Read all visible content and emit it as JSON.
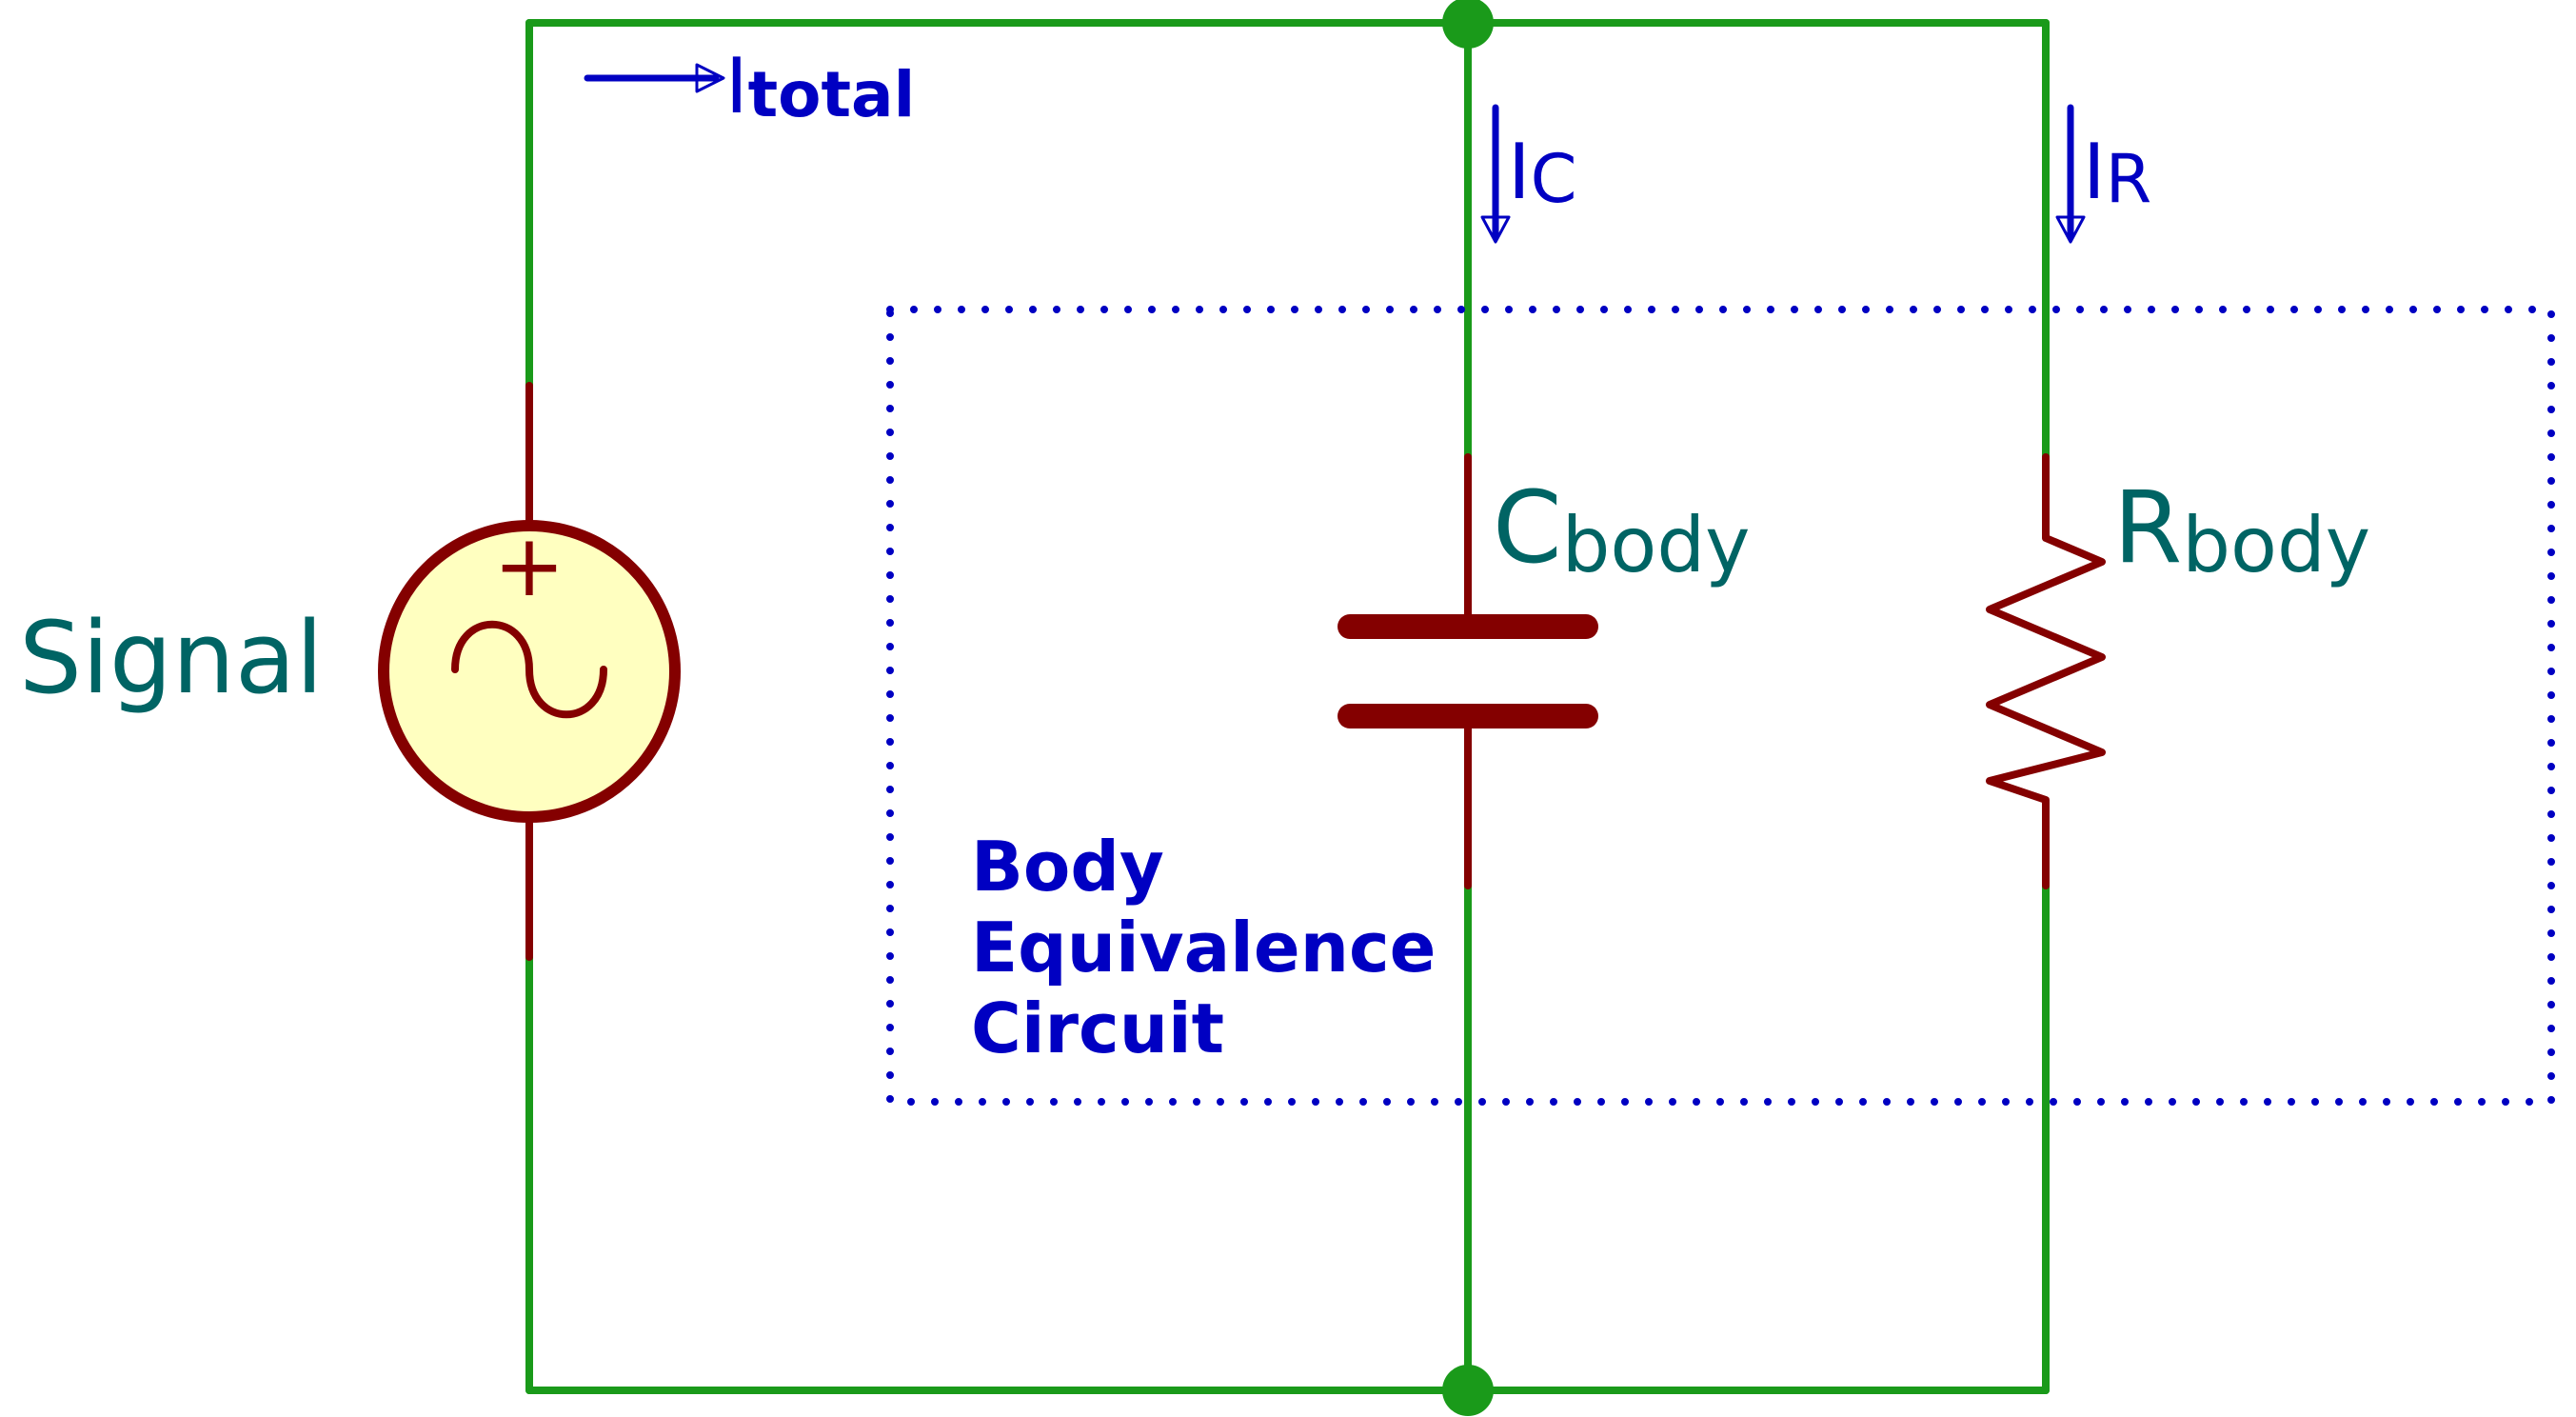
{
  "colors": {
    "wire": "#1a9a1a",
    "component": "#840000",
    "component_fill": "#ffffc0",
    "annotation": "#0000c2",
    "reference": "#006464",
    "background": "#ffffff"
  },
  "source": {
    "label": "Signal",
    "polarity": "+",
    "icon": "ac-sine-icon"
  },
  "currents": {
    "total": {
      "main": "I",
      "sub": "total"
    },
    "capacitor": {
      "main": "I",
      "sub": "C"
    },
    "resistor": {
      "main": "I",
      "sub": "R"
    }
  },
  "capacitor": {
    "main": "C",
    "sub": "body"
  },
  "resistor": {
    "main": "R",
    "sub": "body"
  },
  "equivalence_box": {
    "lines": [
      "Body",
      "Equivalence",
      "Circuit"
    ]
  }
}
